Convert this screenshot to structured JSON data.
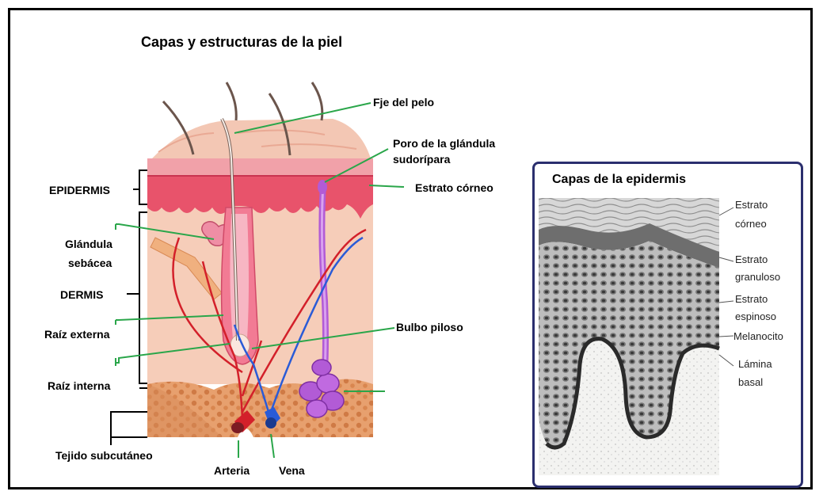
{
  "title": "Capas y estructuras de la piel",
  "labels": {
    "fje_del_pelo": "Fje del pelo",
    "poro_line1": "Poro de la glándula",
    "poro_line2": "sudorípara",
    "estrato_corneo": "Estrato córneo",
    "epidermis": "EPIDERMIS",
    "glandula_line1": "Glándula",
    "glandula_line2": "sebácea",
    "dermis": "DERMIS",
    "raiz_externa": "Raíz externa",
    "bulbo_piloso": "Bulbo piloso",
    "raiz_interna": "Raíz interna",
    "tejido_subcutaneo": "Tejido subcutáneo",
    "arteria": "Arteria",
    "vena": "Vena"
  },
  "inset": {
    "title": "Capas de la epidermis",
    "labels": {
      "corneo_line1": "Estrato",
      "corneo_line2": "córneo",
      "granuloso_line1": "Estrato",
      "granuloso_line2": "granuloso",
      "espinoso_line1": "Estrato",
      "espinoso_line2": "espinoso",
      "melanocito": "Melanocito",
      "lamina_line1": "Lámina",
      "lamina_line2": "basal"
    }
  },
  "colors": {
    "epidermis": "#e8536b",
    "dermis": "#f6c9b6",
    "subcutaneous": "#e9a272",
    "artery": "#d3202a",
    "vein": "#2a5bd7",
    "gland": "#b25bd6",
    "leader_green": "#2aa64a",
    "inset_border": "#2b2f6e"
  }
}
